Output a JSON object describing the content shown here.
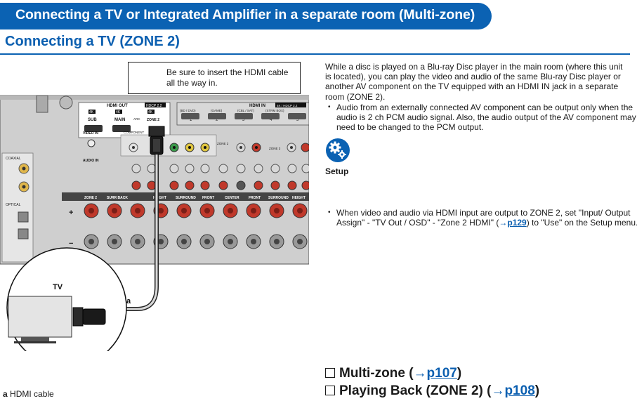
{
  "header": {
    "title": "Connecting a TV or Integrated Amplifier in a separate room (Multi-zone)",
    "subtitle": "Connecting a TV (ZONE 2)"
  },
  "callout": {
    "text": "Be sure to insert the HDMI cable all the way in."
  },
  "body": {
    "paragraph": "While a disc is played on a Blu-ray Disc player in the main room (where this unit is located), you can play the video and audio of the same Blu-ray Disc player or another AV component on the TV equipped with an HDMI IN jack in a separate room (ZONE 2).",
    "bullet1": "Audio from an externally connected AV component can be output only when the audio is 2 ch PCM audio signal. Also, the audio output of the AV component may need to be changed to the PCM output.",
    "setup_label": "Setup",
    "bullet2_pre": "When video and audio via HDMI input are output to ZONE 2, set \"Input/ Output Assign\" - \"TV Out / OSD\" - \"Zone 2 HDMI\" (",
    "bullet2_arrow": "→",
    "bullet2_link": "p129",
    "bullet2_post": ") to \"Use\" on the Setup menu."
  },
  "links": [
    {
      "label": "Multi-zone (",
      "arrow": "→",
      "page": "p107",
      "close": ")"
    },
    {
      "label": "Playing Back (ZONE 2) (",
      "arrow": "→",
      "page": "p108",
      "close": ")"
    }
  ],
  "caption": {
    "letter": "a",
    "text": " HDMI cable"
  },
  "diagram": {
    "hdmi_out": "HDMI OUT",
    "hdcp": "HDCP 2.2",
    "hdmi_in": "HDMI IN",
    "hdmi_in_badge": "4K / HDCP 2.2",
    "badge_4k": "4K",
    "out_labels": [
      "SUB",
      "MAIN",
      "ZONE 2"
    ],
    "arc": "ARC",
    "in_labels": [
      "(BD / DVD)",
      "(GAME)",
      "(CBL / SAT)",
      "(STRM BOX)"
    ],
    "in_numbers": [
      "1",
      "2",
      "3",
      "4",
      "5"
    ],
    "video_in": "VIDEO IN",
    "audio_in": "AUDIO IN",
    "component": "COMPONENT",
    "zone2_line_out": "ZONE 2",
    "zone3": "ZONE 3",
    "coaxial": "COAXIAL",
    "optical": "OPTICAL",
    "speaker_labels": [
      "ZONE 2",
      "SURR BACK",
      "HEIGHT",
      "SURROUND",
      "FRONT",
      "CENTER",
      "FRONT",
      "SURROUND",
      "HEIGHT"
    ],
    "tv_label": "TV",
    "cable_letter": "a"
  },
  "colors": {
    "brand_blue": "#0b62b3",
    "link_blue": "#0b5fb0",
    "panel_gray": "#c9c9c9",
    "jack_red": "#c0392b"
  }
}
